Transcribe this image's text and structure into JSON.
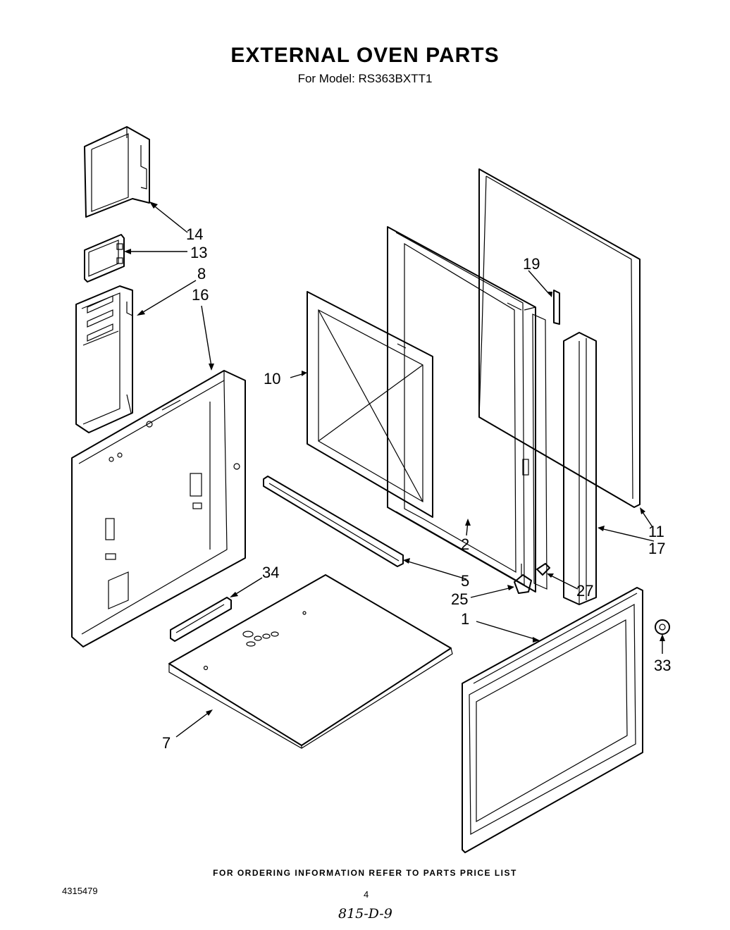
{
  "header": {
    "title": "EXTERNAL OVEN PARTS",
    "subtitle": "For Model: RS363BXTT1"
  },
  "footer": {
    "ordering_note": "FOR ORDERING INFORMATION REFER TO PARTS PRICE LIST",
    "document_number": "4315479",
    "page_number": "4",
    "handwritten_note": "815-D-9"
  },
  "callouts": {
    "c1": "1",
    "c2": "2",
    "c5": "5",
    "c7": "7",
    "c8": "8",
    "c10": "10",
    "c11": "11",
    "c13": "13",
    "c14": "14",
    "c16": "16",
    "c17": "17",
    "c19": "19",
    "c25": "25",
    "c27": "27",
    "c33": "33",
    "c34": "34"
  }
}
